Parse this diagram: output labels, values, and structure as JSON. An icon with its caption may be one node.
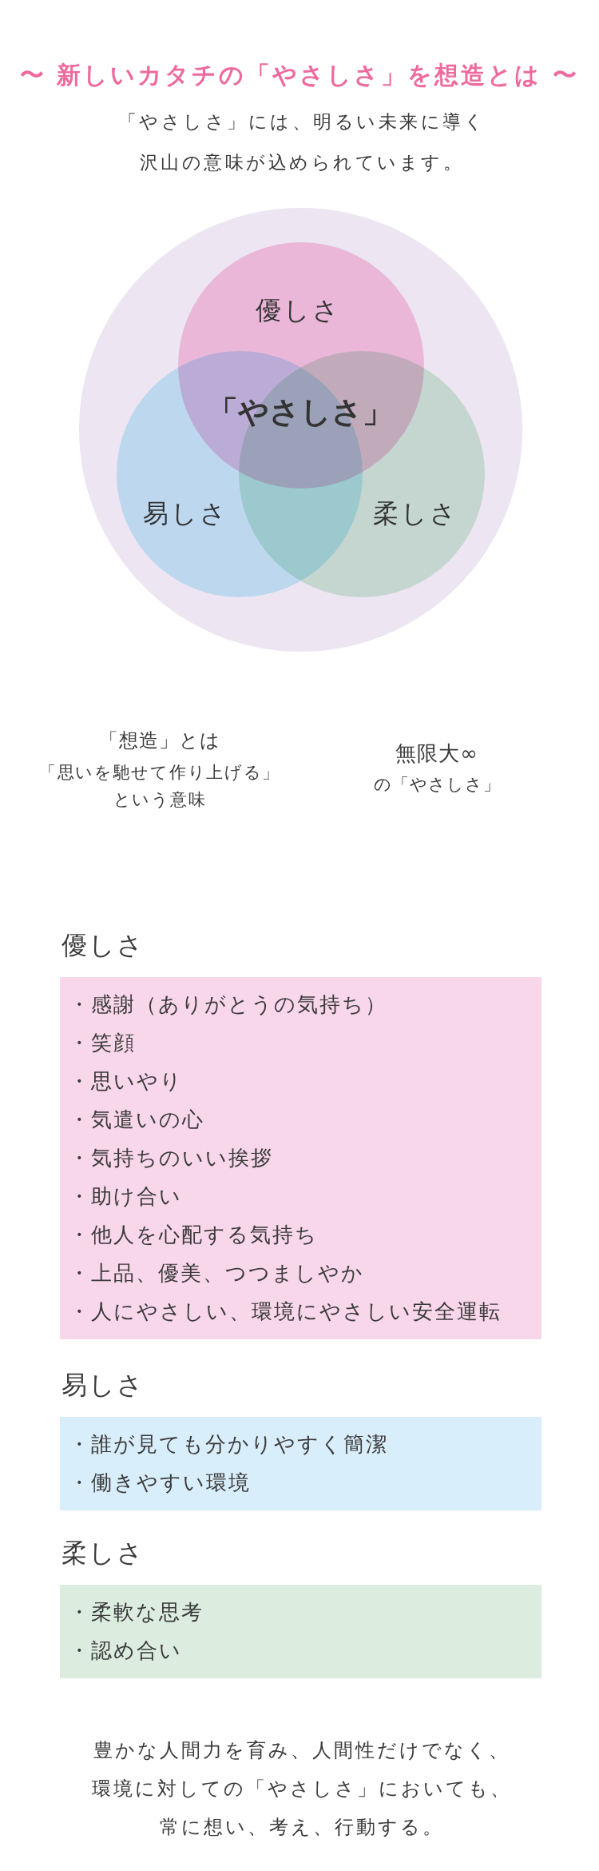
{
  "diagram": {
    "title": "〜 新しいカタチの「やさしさ」を想造とは 〜",
    "nodes": [
      {
        "text": [],
        "shape": "circle"
      },
      {
        "text": [
          "優しさ"
        ],
        "in": 0
      },
      {
        "text": [
          "易しさ"
        ],
        "in": 0
      },
      {
        "text": [
          "柔しさ"
        ],
        "in": 0
      },
      {
        "text": [
          "優しさ",
          "・感謝（ありがとうの気持ち）",
          "・笑顔",
          "・思いやり",
          "・気遣いの心",
          "・気持ちのいい挨拶",
          "・助け合い",
          "・他人を心配する気持ち",
          "・上品、優美、つつましやか",
          "・人にやさしい、環境にやさしい安全運転"
        ]
      },
      {
        "text": [
          "易しさ",
          "・誰が見ても分かりやすく簡潔",
          "・働きやすい環境"
        ]
      },
      {
        "text": [
          "柔しさ",
          "・柔軟な思考",
          "・認め合い"
        ]
      }
    ],
    "labels": [
      "「やさしさ」には、明るい未来に導く沢山の意味が込められています。",
      "「やさしさ」",
      "「想造」とは",
      "「思いを馳せて作り上げる」という意味",
      "無限大∞",
      "の「やさしさ」",
      "豊かな人間力を育み、人間性だけでなく、環境に対しての「やさしさ」においても、常に想い、考え、行動する。"
    ]
  }
}
